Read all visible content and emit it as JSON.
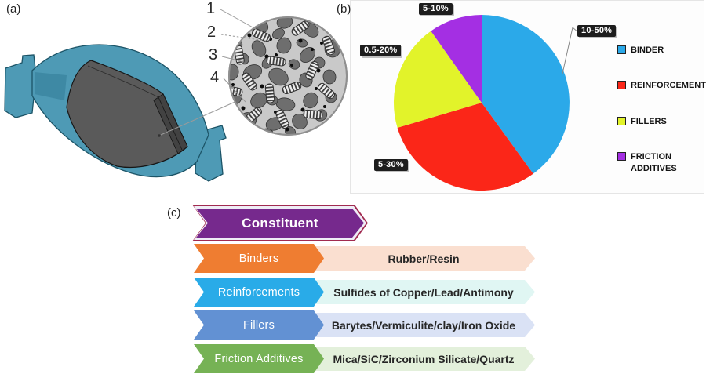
{
  "figure": {
    "panel_a": {
      "label": "(a)",
      "callouts": {
        "n1": "1",
        "n2": "2",
        "n3": "3",
        "n4": "4"
      }
    },
    "panel_b": {
      "label": "(b)",
      "chart_data": {
        "type": "pie",
        "direction": "clockwise",
        "start_angle_deg": 0,
        "legend_position": "right",
        "slices": [
          {
            "label": "BINDER",
            "range_label": "10-50%",
            "value_pct": 40.0,
            "color": "#2BA9E9"
          },
          {
            "label": "REINFORCEMENT",
            "range_label": "5-30%",
            "value_pct": 30.4,
            "color": "#FB2618"
          },
          {
            "label": "FILLERS",
            "range_label": "0.5-20%",
            "value_pct": 19.8,
            "color": "#E2F32A"
          },
          {
            "label": "FRICTION ADDITIVES",
            "range_label": "5-10%",
            "value_pct": 9.8,
            "color": "#A42FE3"
          }
        ]
      }
    },
    "panel_c": {
      "label": "(c)",
      "header": "Constituent",
      "header_color": "#76298D",
      "rows": [
        {
          "category": "Binders",
          "materials": "Rubber/Resin",
          "color": "#EF7D31",
          "tint": "#FADFD0"
        },
        {
          "category": "Reinforcements",
          "materials": "Sulfides of Copper/Lead/Antimony",
          "color": "#29ABE8",
          "tint": "#E0F6F3"
        },
        {
          "category": "Fillers",
          "materials": "Barytes/Vermiculite/clay/Iron Oxide",
          "color": "#6291D3",
          "tint": "#DAE2F5"
        },
        {
          "category": "Friction Additives",
          "materials": "Mica/SiC/Zirconium Silicate/Quartz",
          "color": "#76B255",
          "tint": "#E3F0DB"
        }
      ]
    }
  }
}
